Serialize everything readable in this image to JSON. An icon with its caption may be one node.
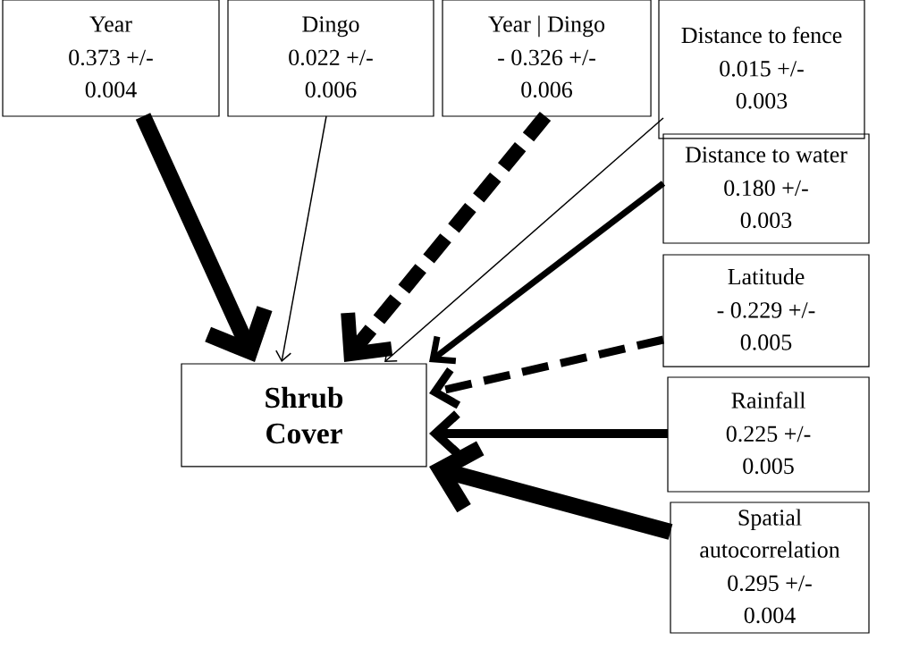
{
  "diagram": {
    "nodes": [
      {
        "text": [
          "Year",
          "0.373 +/- 0.004"
        ]
      },
      {
        "text": [
          "Dingo",
          "0.022 +/- 0.006"
        ]
      },
      {
        "text": [
          "Year | Dingo",
          "- 0.326 +/- 0.006"
        ]
      },
      {
        "text": [
          "Distance to fence",
          "0.015 +/- 0.003"
        ]
      },
      {
        "text": [
          "Distance to water",
          "0.180 +/- 0.003"
        ]
      },
      {
        "text": [
          "Latitude",
          "- 0.229 +/- 0.005"
        ]
      },
      {
        "text": [
          "Rainfall",
          "0.225 +/- 0.005"
        ]
      },
      {
        "text": [
          "Spatial autocorrelation",
          "0.295 +/- 0.004"
        ]
      },
      {
        "text": [
          "Shrub Cover"
        ]
      }
    ],
    "edges": [
      {
        "from": 0,
        "to": 8,
        "arrow": "to",
        "style": "thick"
      },
      {
        "from": 1,
        "to": 8,
        "arrow": "to"
      },
      {
        "from": 2,
        "to": 8,
        "arrow": "to",
        "style": "dashed"
      },
      {
        "from": 3,
        "to": 8,
        "arrow": "to"
      },
      {
        "from": 4,
        "to": 8,
        "arrow": "to"
      },
      {
        "from": 5,
        "to": 8,
        "arrow": "to",
        "style": "dashed"
      },
      {
        "from": 6,
        "to": 8,
        "arrow": "to"
      },
      {
        "from": 7,
        "to": 8,
        "arrow": "to",
        "style": "thick"
      }
    ]
  }
}
